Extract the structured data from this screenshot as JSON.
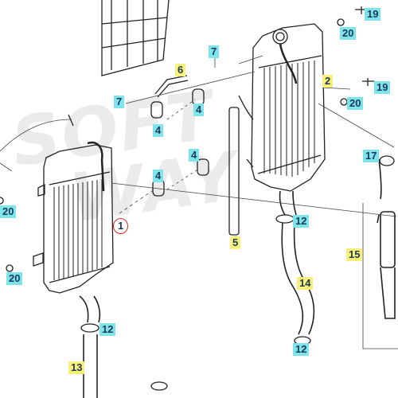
{
  "watermark": "SOFT WAY",
  "callouts": {
    "c1": "1",
    "c2": "2",
    "c4a": "4",
    "c4b": "4",
    "c4c": "4",
    "c4d": "4",
    "c5": "5",
    "c6": "6",
    "c7a": "7",
    "c7b": "7",
    "c12a": "12",
    "c12b": "12",
    "c12c": "12",
    "c13": "13",
    "c14": "14",
    "c15": "15",
    "c17": "17",
    "c19a": "19",
    "c19b": "19",
    "c20a": "20",
    "c20b": "20",
    "c20c": "20",
    "c20d": "20"
  },
  "colors": {
    "callout_cyan": "#7fe3ee",
    "callout_yellow": "#f8f07a",
    "selected_circle": "#dd2222",
    "line": "#222222"
  }
}
